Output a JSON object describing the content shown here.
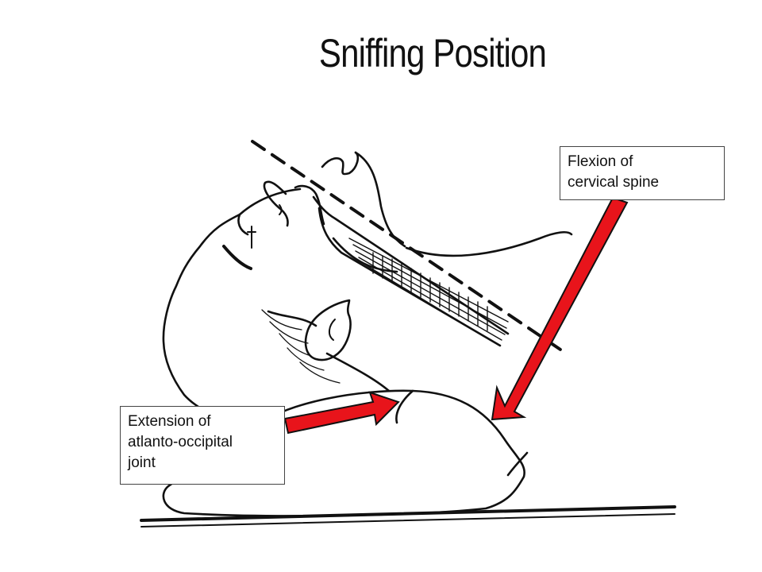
{
  "slide": {
    "title": "Sniffing Position"
  },
  "illustration": {
    "icon": "sniffing-position-patient-illustration",
    "arrow_color": "#e8141b",
    "line_color": "#111111"
  },
  "callouts": [
    {
      "id": "flexion",
      "lines": [
        "Flexion of",
        "cervical spine"
      ]
    },
    {
      "id": "extension",
      "lines": [
        "Extension of",
        "atlanto-occipital",
        "joint"
      ]
    }
  ]
}
